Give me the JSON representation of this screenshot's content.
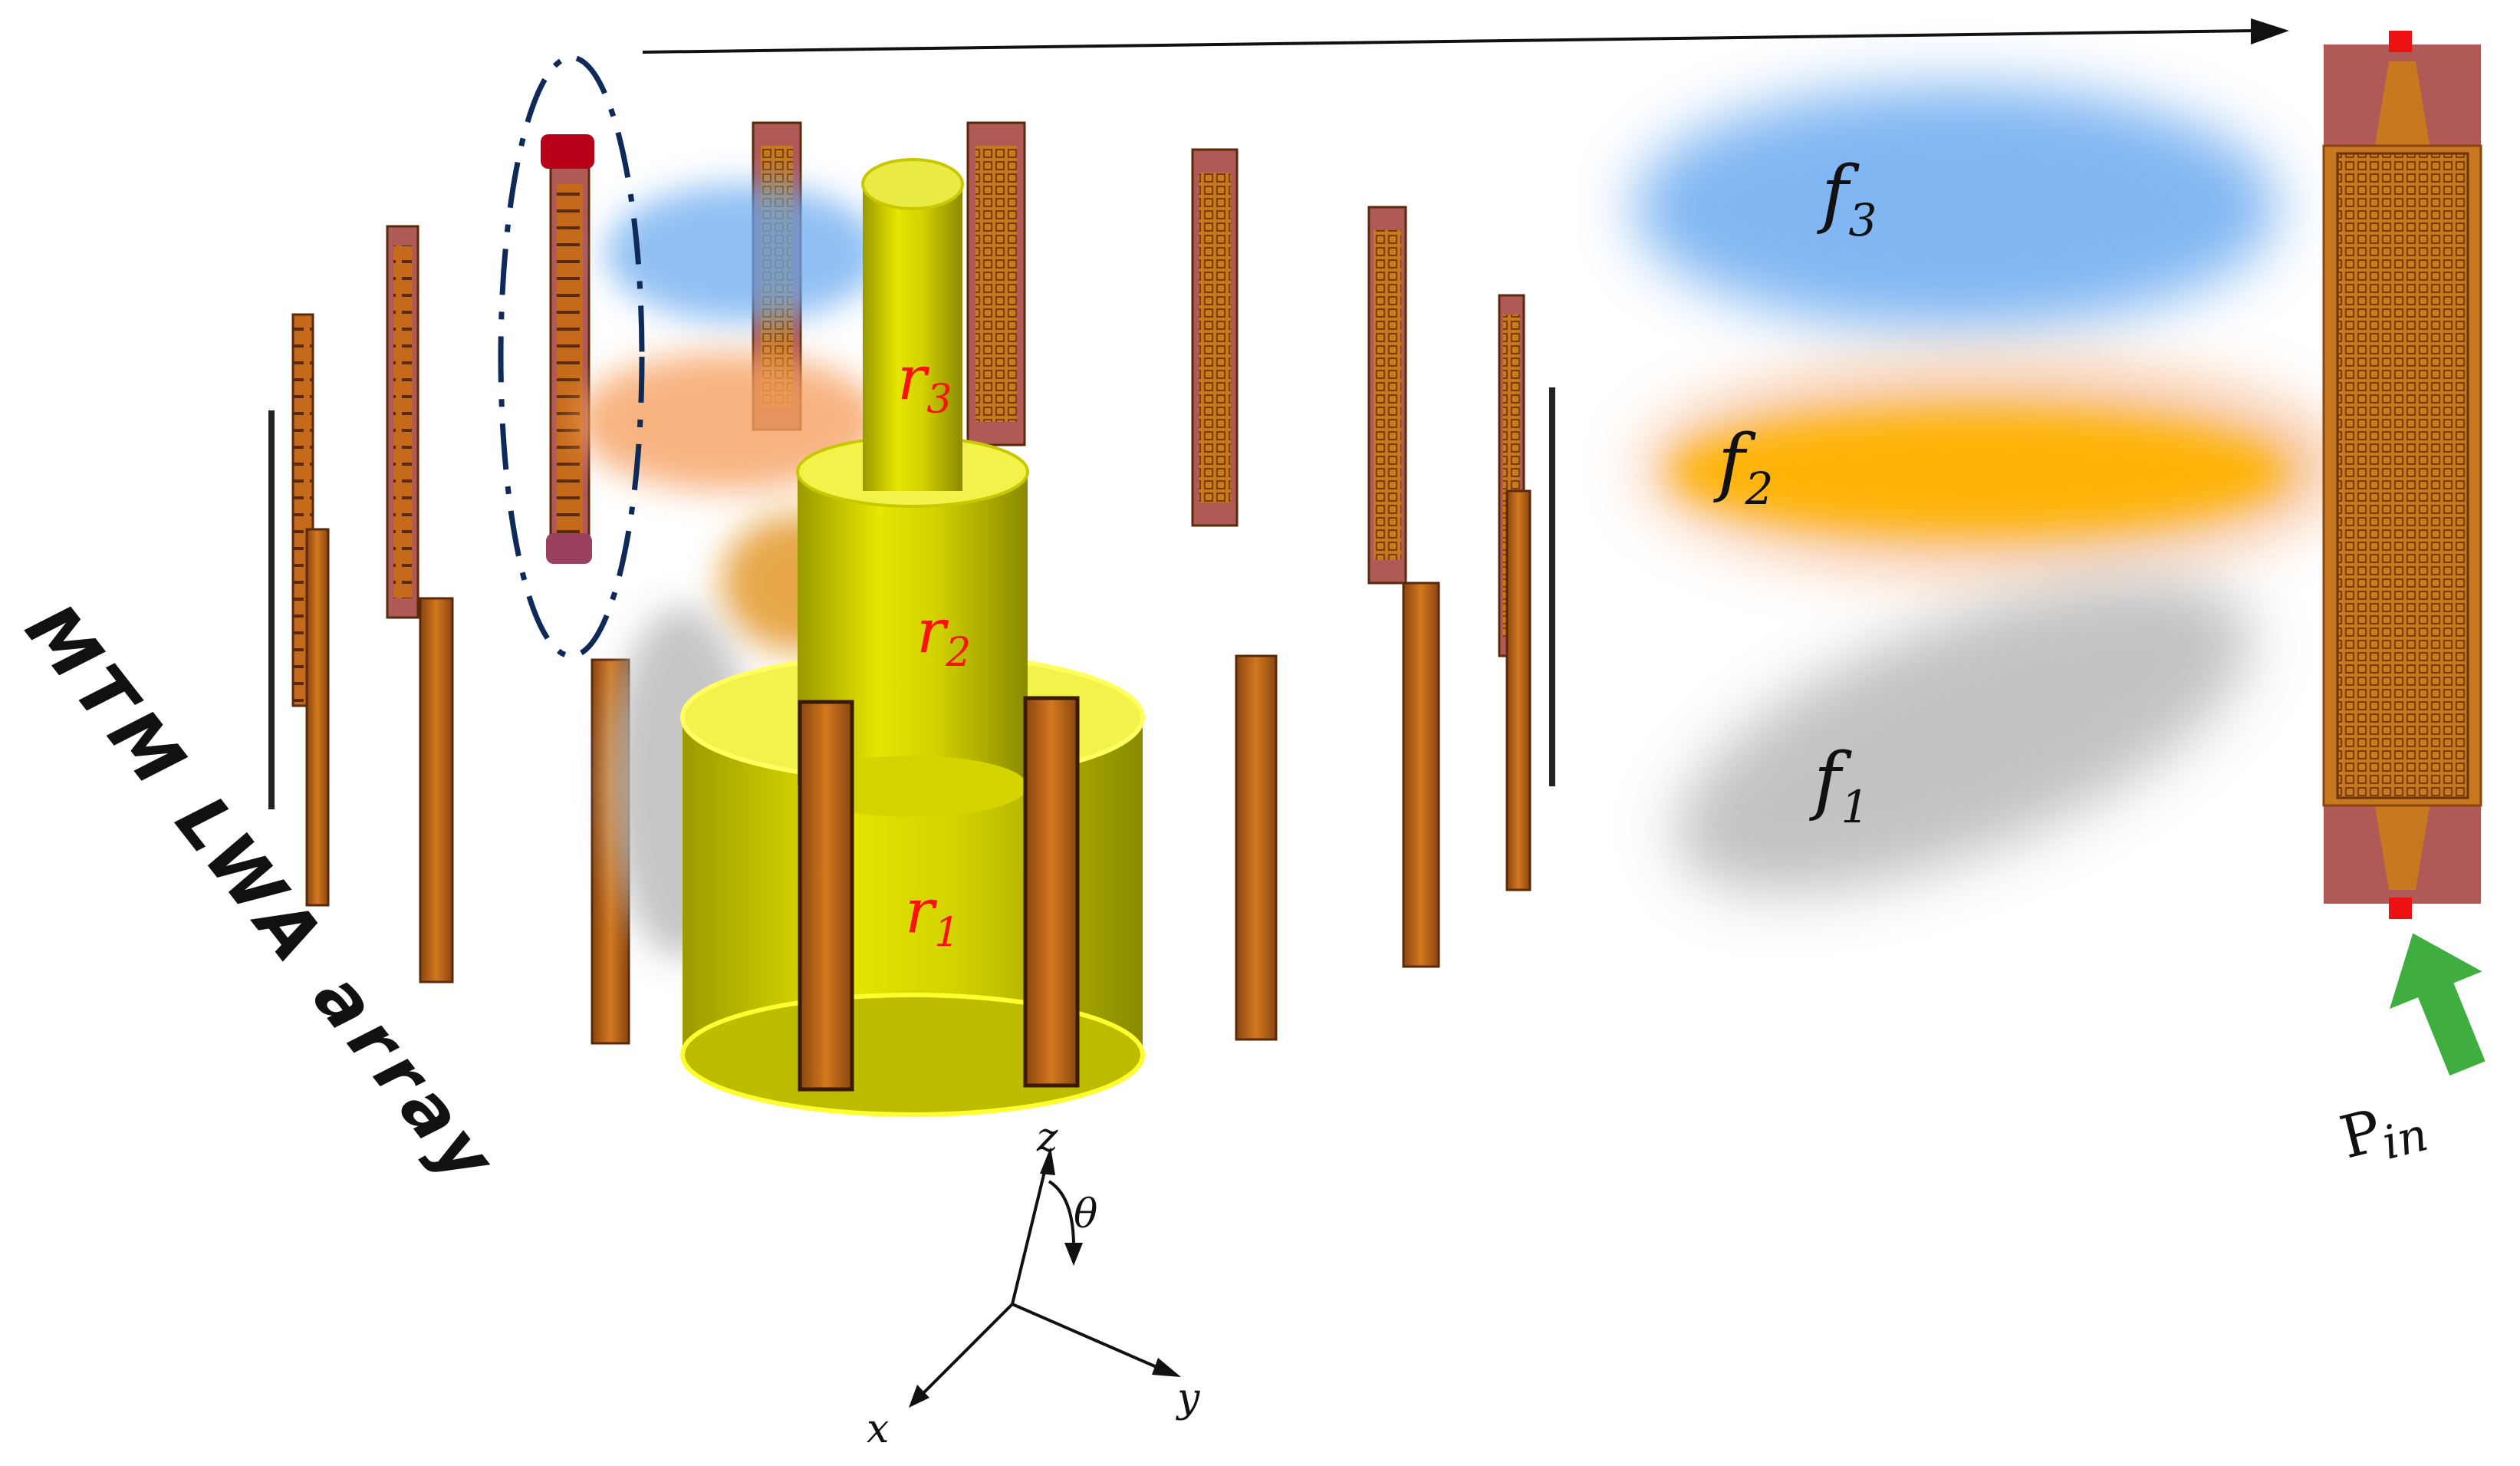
{
  "labels": {
    "array_label": "MTM LWA array",
    "radius_1": "r",
    "radius_1_sub": "1",
    "radius_2": "r",
    "radius_2_sub": "2",
    "radius_3": "r",
    "radius_3_sub": "3",
    "beam_1": "f",
    "beam_1_sub": "1",
    "beam_2": "f",
    "beam_2_sub": "2",
    "beam_3": "f",
    "beam_3_sub": "3",
    "axis_x": "x",
    "axis_y": "y",
    "axis_z": "z",
    "axis_theta": "θ",
    "input_power": "P",
    "input_power_sub": "in"
  },
  "colors": {
    "cylinder": "#d4d400",
    "cylinder_top": "#f2f24a",
    "antenna_strip": "#c46a1a",
    "antenna_substrate": "#b05a58",
    "beam_f1": "#b4b4b4",
    "beam_f2": "#ffb300",
    "beam_f2_halo": "#f6b98a",
    "beam_f3": "#6aaaf0",
    "input_arrow": "#3fae3f",
    "highlight_ellipse": "#0d2a5a",
    "label_red": "#ff1010"
  }
}
